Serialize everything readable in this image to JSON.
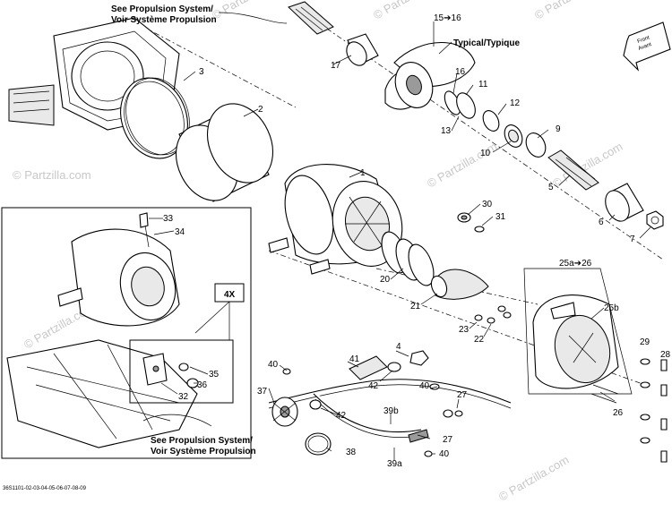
{
  "diagram": {
    "references": {
      "top_note_line1": "See Propulsion System/",
      "top_note_line2": "Voir Système Propulsion",
      "bottom_note_line1": "See Propulsion System/",
      "bottom_note_line2": "Voir Système Propulsion",
      "typical": "Typical/Typique",
      "front_arrow_line1": "Front",
      "front_arrow_line2": "Avant",
      "multiplier": "4X",
      "drawing_code": "36S1101-02-03-04-05-06-07-08-09"
    },
    "watermark": "© Partzilla.com",
    "callouts": {
      "c1": "1",
      "c2": "2",
      "c3": "3",
      "c4": "4",
      "c5": "5",
      "c6": "6",
      "c7": "7",
      "c9": "9",
      "c10": "10",
      "c11": "11",
      "c12": "12",
      "c13": "13",
      "c15_16": "15➔16",
      "c16": "16",
      "c17": "17",
      "c20": "20",
      "c21": "21",
      "c22": "22",
      "c23": "23",
      "c25a_26": "25a➔26",
      "c25b": "25b",
      "c26": "26",
      "c27a": "27",
      "c27b": "27",
      "c28": "28",
      "c29": "29",
      "c30": "30",
      "c31": "31",
      "c32": "32",
      "c33": "33",
      "c34": "34",
      "c35": "35",
      "c36": "36",
      "c37": "37",
      "c38": "38",
      "c39a": "39a",
      "c39b": "39b",
      "c40a": "40",
      "c40b": "40",
      "c40c": "40",
      "c41": "41",
      "c42a": "42",
      "c42b": "42"
    }
  }
}
